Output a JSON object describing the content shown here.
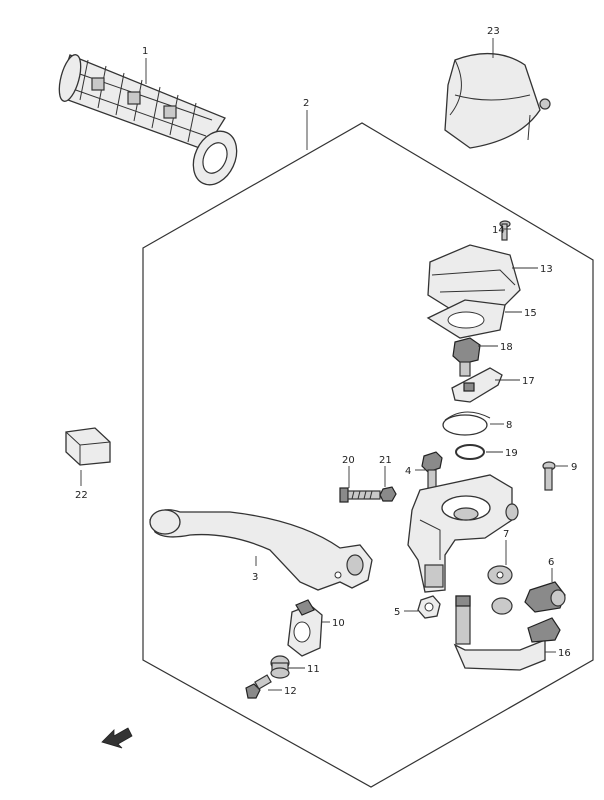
{
  "callouts": {
    "c1": "1",
    "c2": "2",
    "c3": "3",
    "c4": "4",
    "c5": "5",
    "c6": "6",
    "c7": "7",
    "c8": "8",
    "c9": "9",
    "c10": "10",
    "c11": "11",
    "c12": "12",
    "c13": "13",
    "c14": "14",
    "c15": "15",
    "c16": "16",
    "c17": "17",
    "c18": "18",
    "c19": "19",
    "c20": "20",
    "c21": "21",
    "c22": "22",
    "c23": "23"
  },
  "icons": {
    "direction_arrow": "front-direction-arrow-icon"
  },
  "colors": {
    "line": "#333333",
    "part_fill": "#ececec",
    "dark_fill": "#8a8a8a"
  }
}
